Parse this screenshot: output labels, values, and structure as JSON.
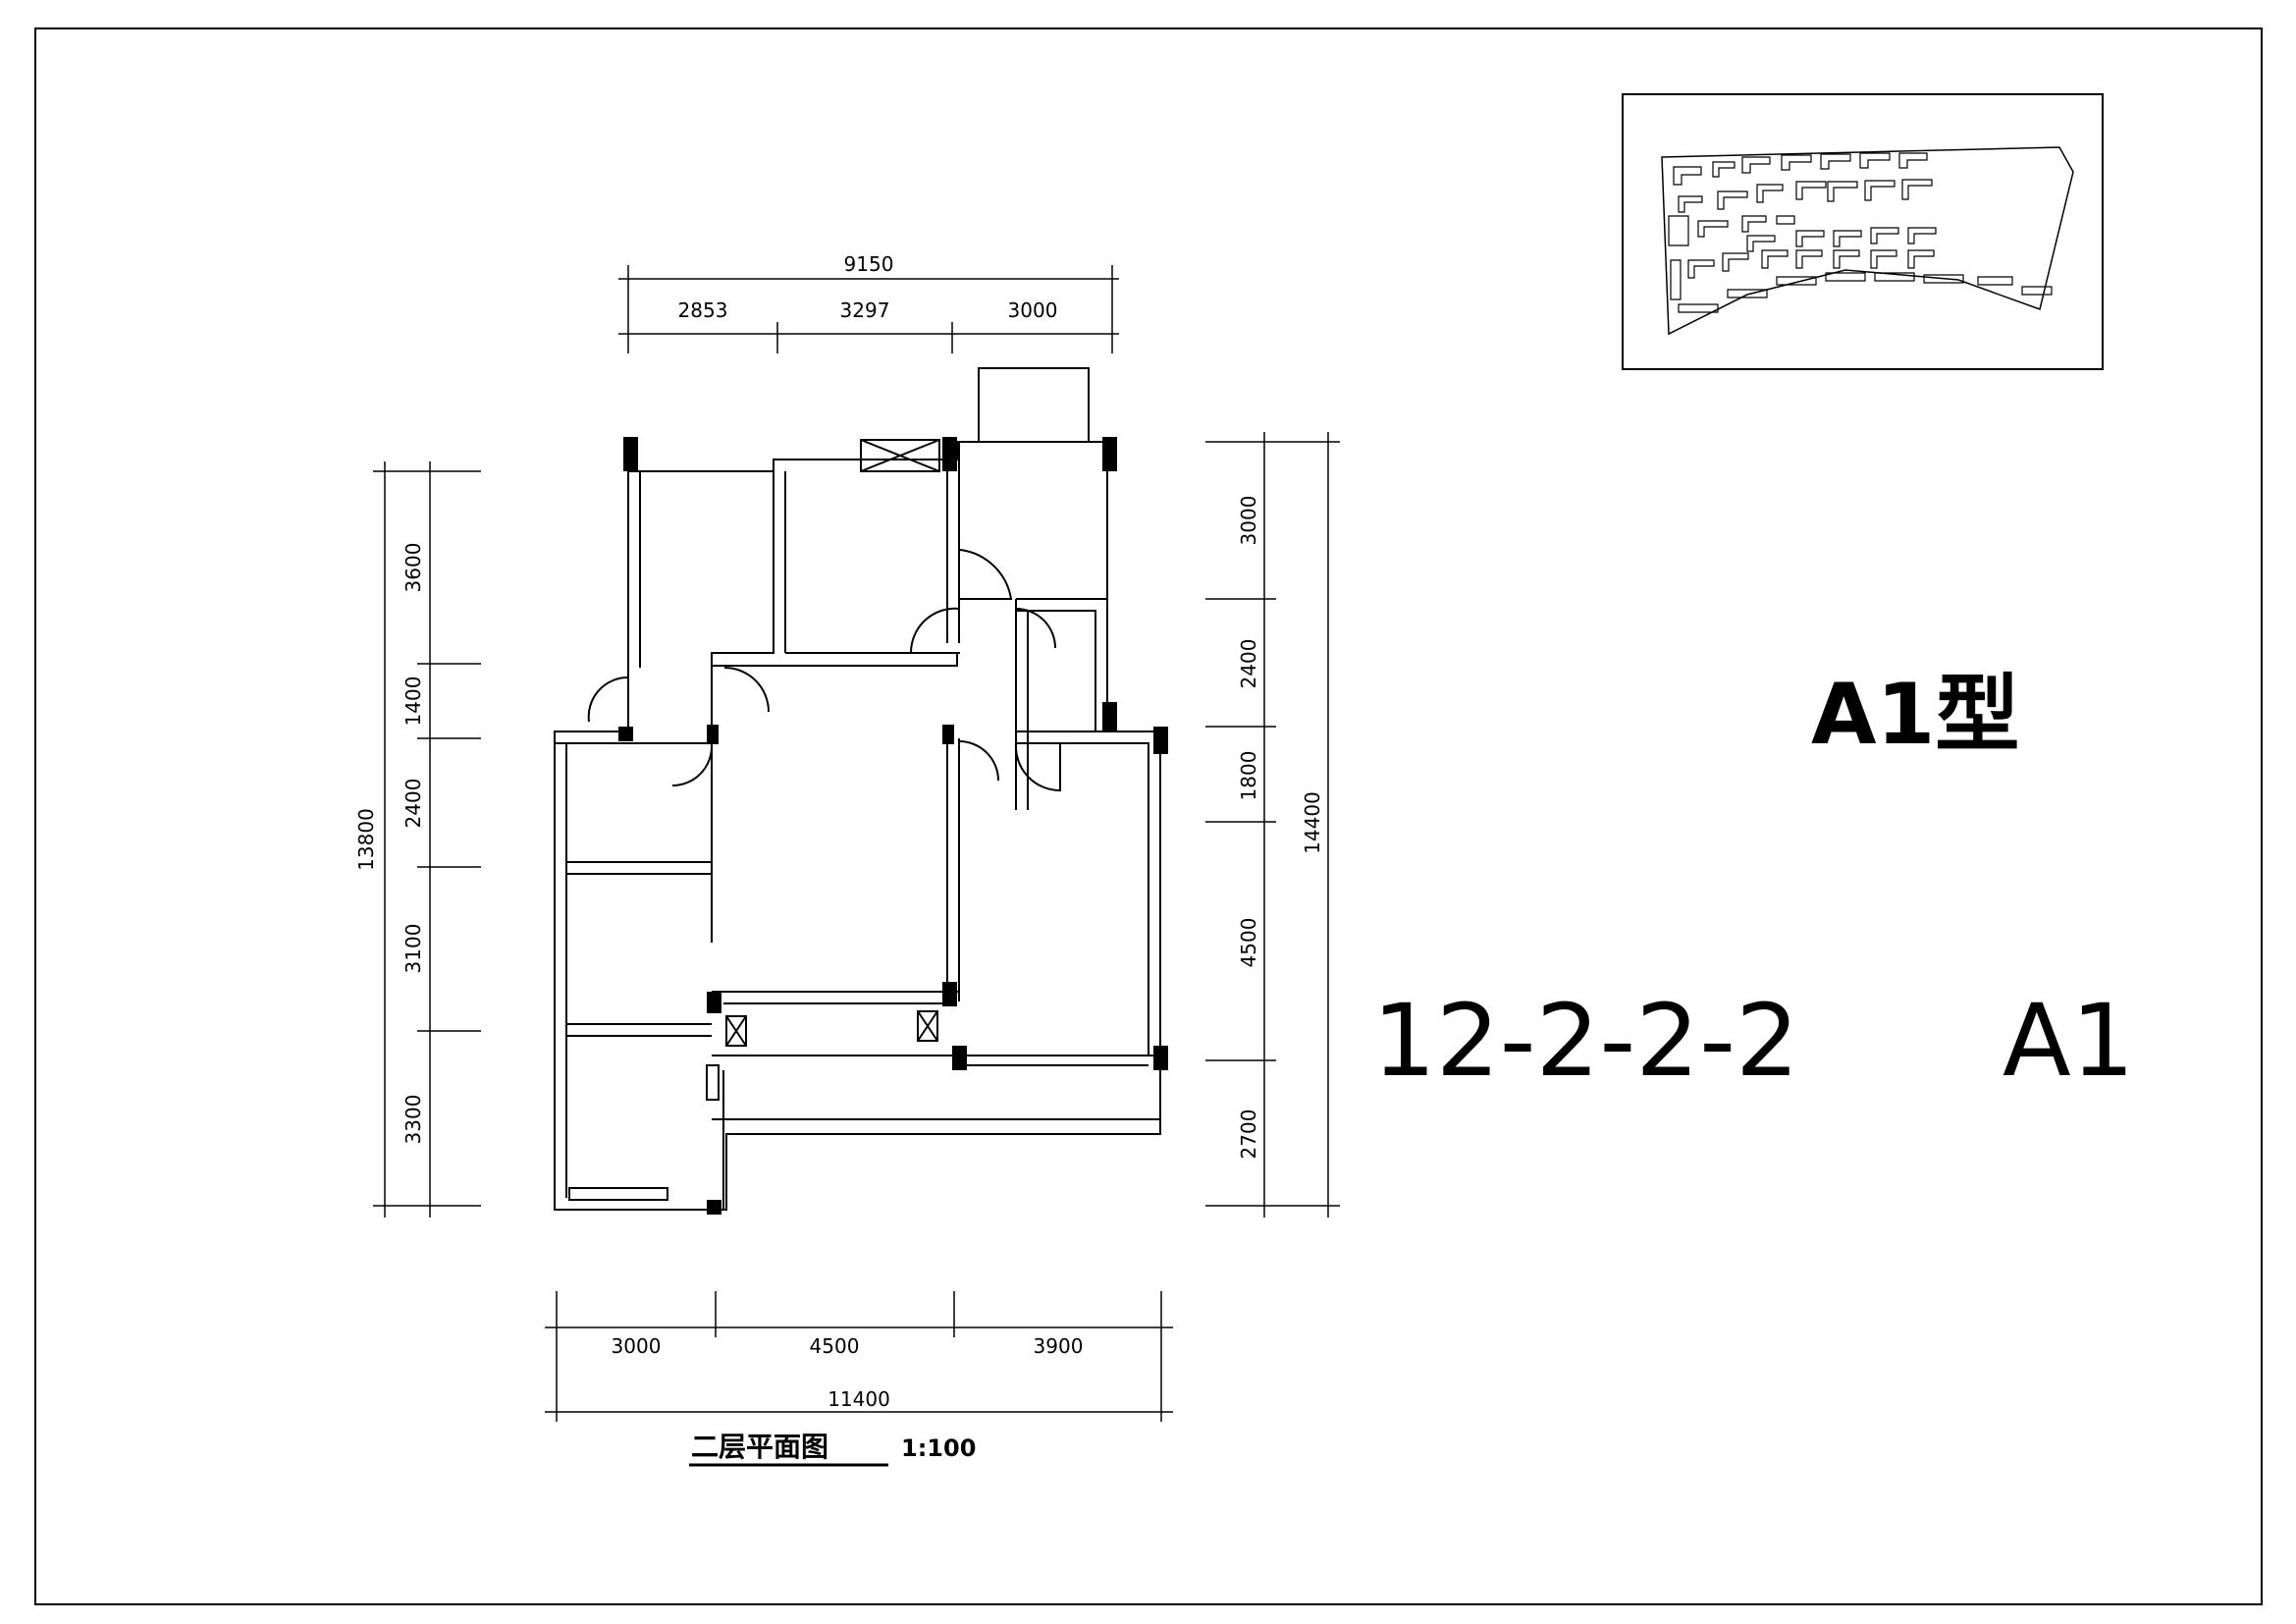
{
  "sheet": {
    "type_title": "A1型",
    "unit_code": "12-2-2-2",
    "unit_type": "A1"
  },
  "plan": {
    "title": "二层平面图",
    "scale": "1:100"
  },
  "dimensions": {
    "top_total": "9150",
    "top_segments": [
      "2853",
      "3297",
      "3000"
    ],
    "left_total": "13800",
    "left_segments": [
      "3600",
      "1400",
      "2400",
      "3100",
      "3300"
    ],
    "right_total": "14400",
    "right_segments": [
      "3000",
      "2400",
      "1800",
      "4500",
      "2700"
    ],
    "bottom_total": "11400",
    "bottom_segments": [
      "3000",
      "4500",
      "3900"
    ]
  }
}
